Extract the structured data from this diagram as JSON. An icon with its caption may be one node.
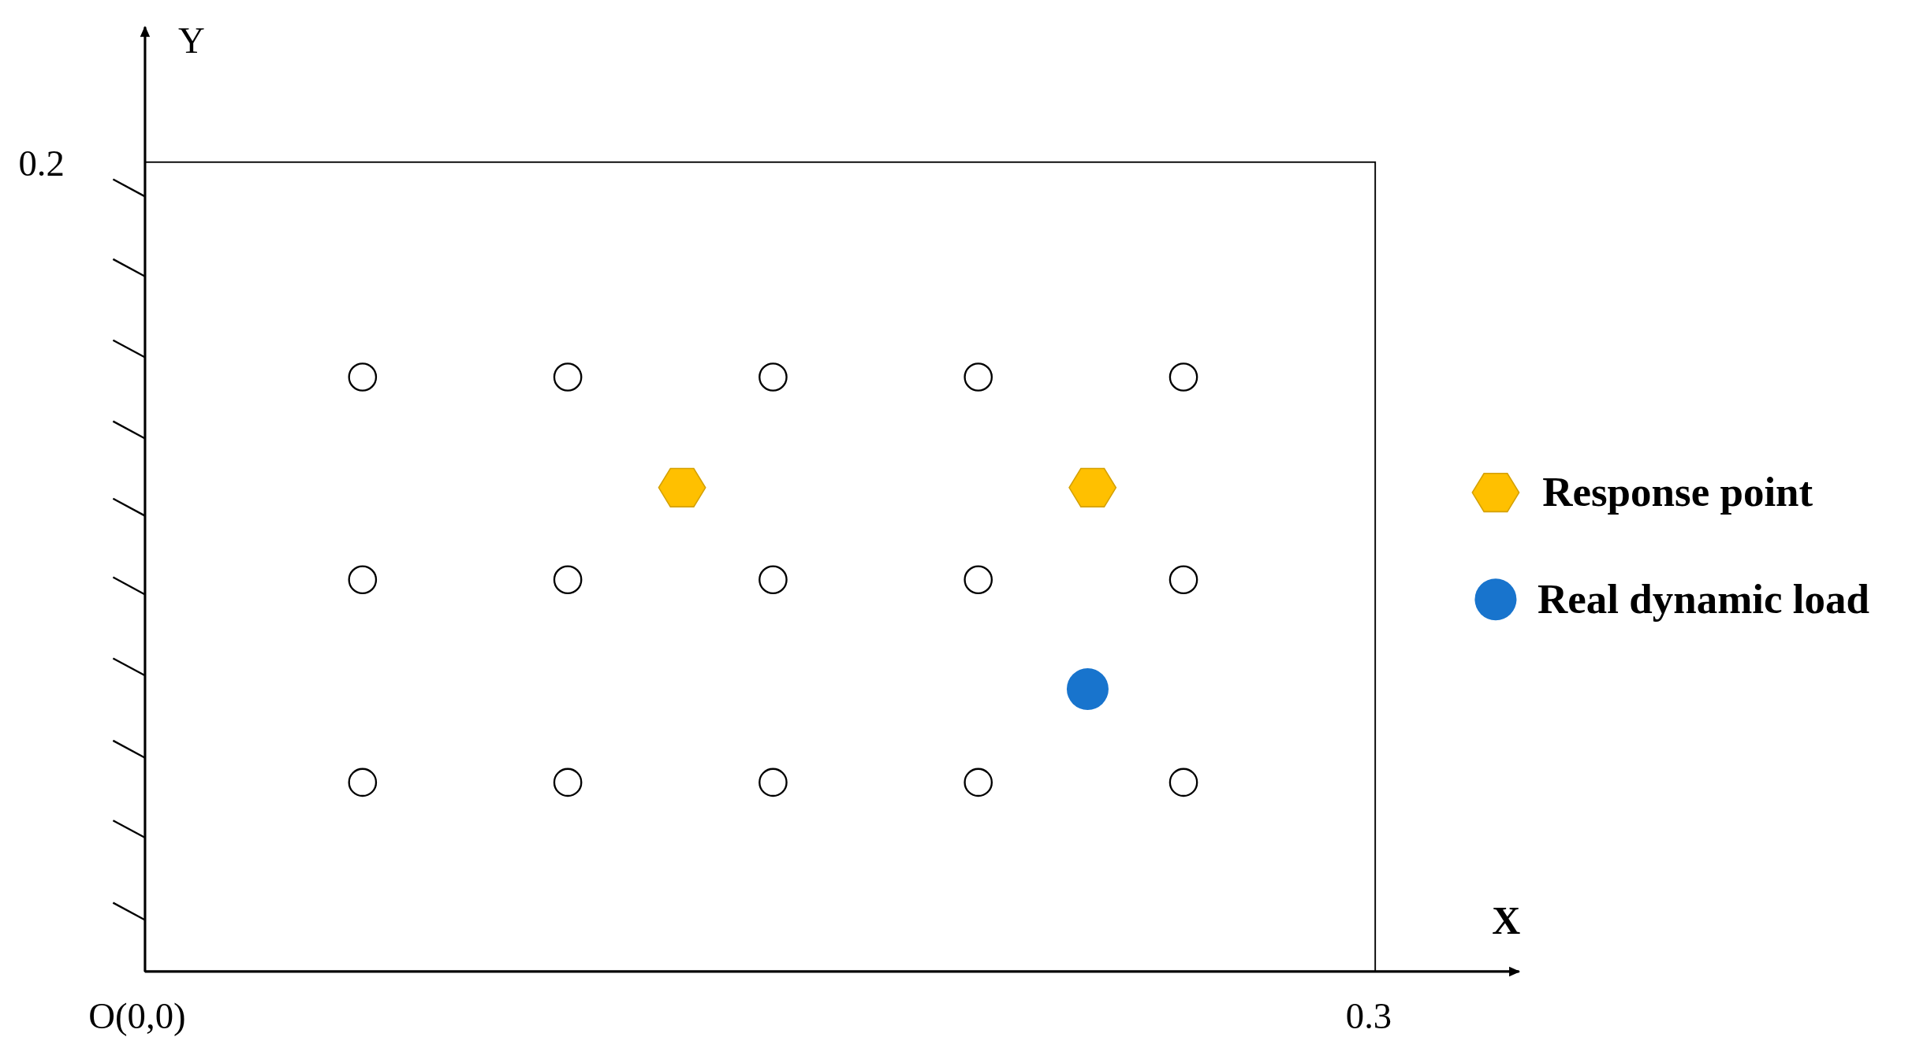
{
  "diagram": {
    "labels": [
      "Y",
      "0.2",
      "X",
      "O(0,0)",
      "0.3"
    ],
    "legend": [
      {
        "text": "Response point",
        "color": "#ffc000"
      },
      {
        "text": "Real dynamic load",
        "color": "#1874cd"
      }
    ]
  }
}
